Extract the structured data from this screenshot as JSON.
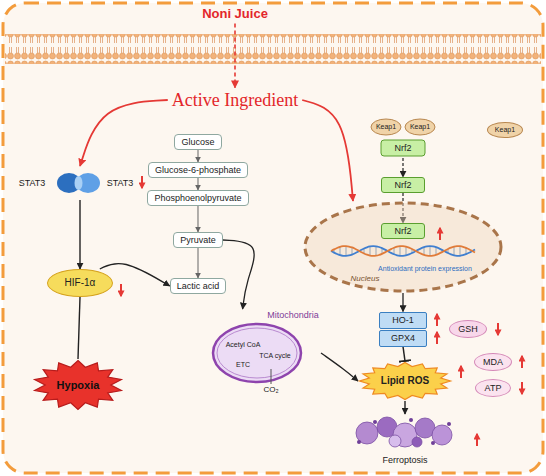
{
  "diagram": {
    "nodes": [
      {
        "text": [
          "Noni Juice"
        ]
      },
      {
        "text": [
          "Active Ingredient"
        ]
      },
      {
        "text": [
          "STAT3",
          "STAT3"
        ]
      },
      {
        "text": [
          "Glucose"
        ]
      },
      {
        "text": [
          "Glucose-6-phosphate"
        ]
      },
      {
        "text": [
          "Keap1",
          "Keap1",
          "Nrf2"
        ]
      },
      {
        "text": [
          "Keap1"
        ]
      },
      {
        "text": [
          "Phosphoenolpyruvate"
        ]
      },
      {
        "text": [
          "Nrf2"
        ]
      },
      {
        "text": [
          "Nucleus",
          "Antioxidant protein expression"
        ]
      },
      {
        "text": [
          "Nrf2"
        ],
        "in": 9
      },
      {
        "text": [
          "Pyruvate"
        ]
      },
      {
        "text": [
          "HIF-1α"
        ]
      },
      {
        "text": [
          "Lactic acid"
        ]
      },
      {
        "text": [
          "HO-1"
        ]
      },
      {
        "text": [
          "GPX4"
        ]
      },
      {
        "text": [
          "GSH"
        ]
      },
      {
        "text": [
          "Mitochondria",
          "Acetyl CoA",
          "TCA cycle",
          "ETC",
          "CO₂"
        ]
      },
      {
        "text": [
          "Lipid ROS"
        ]
      },
      {
        "text": [
          "MDA"
        ]
      },
      {
        "text": [
          "ATP"
        ]
      },
      {
        "text": [
          "Hypoxia"
        ]
      },
      {
        "text": [
          "Ferroptosis"
        ]
      }
    ],
    "edges": [
      {
        "from": 0,
        "to": 1,
        "arrow": "to"
      },
      {
        "from": 1,
        "to": 2,
        "arrow": "to"
      },
      {
        "from": 1,
        "to": 9,
        "arrow": "to"
      },
      {
        "from": 2,
        "to": 12,
        "arrow": "to"
      },
      {
        "from": 12,
        "to": 21,
        "arrow": "none"
      },
      {
        "from": 12,
        "to": 13,
        "arrow": "to"
      },
      {
        "from": 3,
        "to": 4,
        "arrow": "to"
      },
      {
        "from": 4,
        "to": 7,
        "arrow": "to"
      },
      {
        "from": 7,
        "to": 11,
        "arrow": "to"
      },
      {
        "from": 11,
        "to": 13,
        "arrow": "to"
      },
      {
        "from": 11,
        "to": 17,
        "arrow": "to"
      },
      {
        "from": 17,
        "to": 18,
        "arrow": "to"
      },
      {
        "from": 5,
        "to": 8,
        "arrow": "to"
      },
      {
        "from": 8,
        "to": 10,
        "arrow": "to"
      },
      {
        "from": 9,
        "to": 14,
        "arrow": "to"
      },
      {
        "from": 15,
        "to": 18,
        "arrow": "to"
      },
      {
        "from": 18,
        "to": 22,
        "arrow": "to"
      }
    ]
  }
}
